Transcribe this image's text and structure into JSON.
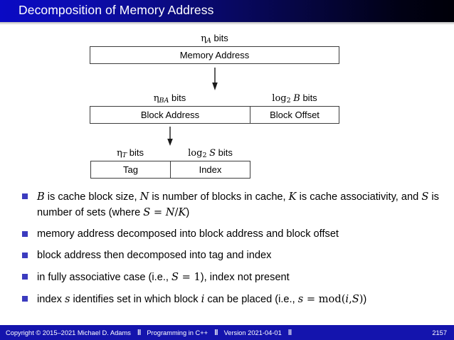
{
  "slide": {
    "title": "Decomposition of Memory Address",
    "accent_color": "#1414ad",
    "bullet_marker_color": "#3b3bbf",
    "title_gradient_from": "#0a0ac4",
    "title_gradient_to": "#000008"
  },
  "diagram": {
    "rows": [
      {
        "name": "memory-address",
        "captions": [
          {
            "text": "ηA bits",
            "symbol": "η",
            "subscript": "A",
            "suffix": "bits"
          }
        ],
        "fields": [
          {
            "label": "Memory Address"
          }
        ]
      },
      {
        "name": "block-address-offset",
        "captions": [
          {
            "text": "ηBA bits",
            "symbol": "η",
            "subscript": "BA",
            "suffix": "bits"
          },
          {
            "text": "log2 B bits",
            "symbol": "log",
            "subscript": "2",
            "variable": "B",
            "suffix": "bits"
          }
        ],
        "fields": [
          {
            "label": "Block Address"
          },
          {
            "label": "Block Offset"
          }
        ]
      },
      {
        "name": "tag-index",
        "captions": [
          {
            "text": "ηT bits",
            "symbol": "η",
            "subscript": "T",
            "suffix": "bits"
          },
          {
            "text": "log2 S bits",
            "symbol": "log",
            "subscript": "2",
            "variable": "S",
            "suffix": "bits"
          }
        ],
        "fields": [
          {
            "label": "Tag"
          },
          {
            "label": "Index"
          }
        ]
      }
    ],
    "arrows": [
      {
        "name": "arrow-address-to-block"
      },
      {
        "name": "arrow-block-to-tag"
      }
    ]
  },
  "bullets": [
    {
      "id": "definitions",
      "text": "B is cache block size, N is number of blocks in cache, K is cache associativity, and S is number of sets (where S = N/K)"
    },
    {
      "id": "memory-address-decomposition",
      "text": "memory address decomposed into block address and block offset"
    },
    {
      "id": "block-address-decomposition",
      "text": "block address then decomposed into tag and index"
    },
    {
      "id": "fully-associative",
      "text": "in fully associative case (i.e., S = 1), index not present"
    },
    {
      "id": "index-definition",
      "text": "index s identifies set in which block i can be placed (i.e., s = mod(i, S))"
    }
  ],
  "footer": {
    "copyright": "Copyright © 2015–2021 Michael D. Adams",
    "separator": "‖",
    "course": "Programming in C++",
    "version": "Version 2021-04-01",
    "page": "2157"
  }
}
